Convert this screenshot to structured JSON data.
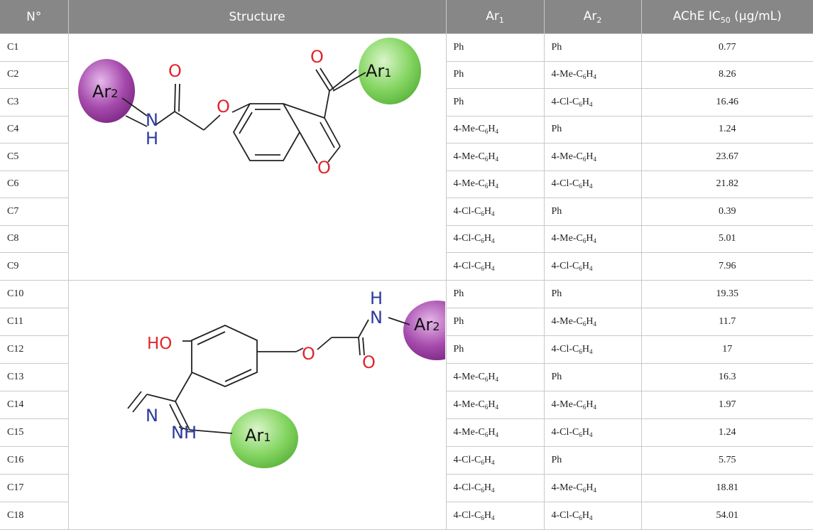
{
  "headers": [
    "N°",
    "Structure",
    "Ar1",
    "Ar2",
    "AChE IC50 (μg/mL)"
  ],
  "header_parts": {
    "ar1": {
      "base": "Ar",
      "sub": "1"
    },
    "ar2": {
      "base": "Ar",
      "sub": "2"
    },
    "ic50": {
      "pre": "AChE IC",
      "sub": "50",
      "post": " (μg/mL)"
    }
  },
  "structure_labels": {
    "top": {
      "o_carbonyl": "O",
      "o_ether": "O",
      "o_furan": "O",
      "o_ketone": "O",
      "n": "N",
      "h": "H",
      "ar1": "Ar1",
      "ar2": "Ar2"
    },
    "bottom": {
      "ho": "HO",
      "o_ether": "O",
      "o_carbonyl": "O",
      "n_amide": "N",
      "h_amide": "H",
      "n_pyrazole": "N",
      "nh": "NH",
      "ar1": "Ar1",
      "ar2": "Ar2"
    }
  },
  "rows": [
    {
      "id": "C1",
      "ar1": "Ph",
      "ar2": "Ph",
      "ic50": "0.77"
    },
    {
      "id": "C2",
      "ar1": "Ph",
      "ar2": "4-Me-C6H4",
      "ic50": "8.26"
    },
    {
      "id": "C3",
      "ar1": "Ph",
      "ar2": "4-Cl-C6H4",
      "ic50": "16.46"
    },
    {
      "id": "C4",
      "ar1": "4-Me-C6H4",
      "ar2": "Ph",
      "ic50": "1.24"
    },
    {
      "id": "C5",
      "ar1": "4-Me-C6H4",
      "ar2": "4-Me-C6H4",
      "ic50": "23.67"
    },
    {
      "id": "C6",
      "ar1": "4-Me-C6H4",
      "ar2": "4-Cl-C6H4",
      "ic50": "21.82"
    },
    {
      "id": "C7",
      "ar1": "4-Cl-C6H4",
      "ar2": "Ph",
      "ic50": "0.39"
    },
    {
      "id": "C8",
      "ar1": "4-Cl-C6H4",
      "ar2": "4-Me-C6H4",
      "ic50": "5.01"
    },
    {
      "id": "C9",
      "ar1": "4-Cl-C6H4",
      "ar2": "4-Cl-C6H4",
      "ic50": "7.96"
    },
    {
      "id": "C10",
      "ar1": "Ph",
      "ar2": "Ph",
      "ic50": "19.35"
    },
    {
      "id": "C11",
      "ar1": "Ph",
      "ar2": "4-Me-C6H4",
      "ic50": "11.7"
    },
    {
      "id": "C12",
      "ar1": "Ph",
      "ar2": "4-Cl-C6H4",
      "ic50": "17"
    },
    {
      "id": "C13",
      "ar1": "4-Me-C6H4",
      "ar2": "Ph",
      "ic50": "16.3"
    },
    {
      "id": "C14",
      "ar1": "4-Me-C6H4",
      "ar2": "4-Me-C6H4",
      "ic50": "1.97"
    },
    {
      "id": "C15",
      "ar1": "4-Me-C6H4",
      "ar2": "4-Cl-C6H4",
      "ic50": "1.24"
    },
    {
      "id": "C16",
      "ar1": "4-Cl-C6H4",
      "ar2": "Ph",
      "ic50": "5.75"
    },
    {
      "id": "C17",
      "ar1": "4-Cl-C6H4",
      "ar2": "4-Me-C6H4",
      "ic50": "18.81"
    },
    {
      "id": "C18",
      "ar1": "4-Cl-C6H4",
      "ar2": "4-Cl-C6H4",
      "ic50": "54.01"
    }
  ],
  "colors": {
    "header_bg": "#878787",
    "oxygen": "#e0262b",
    "nitrogen": "#2b3a9c",
    "ar1_circle": "#7fd35a",
    "ar2_circle": "#a040a6"
  }
}
